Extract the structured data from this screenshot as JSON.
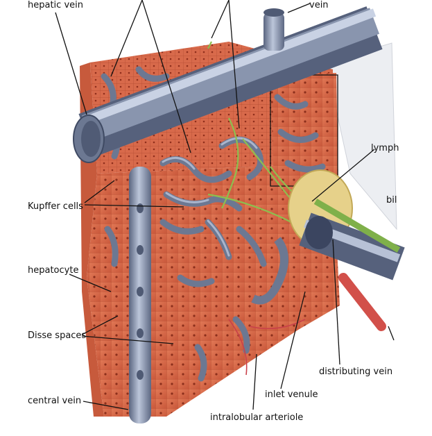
{
  "diagram": {
    "labels": {
      "hepatic_vein": "hepatic vein",
      "vein_top": "vein",
      "lymph": "lymph",
      "bil": "bil",
      "kupffer_cells": "Kupffer cells",
      "hepatocyte": "hepatocyte",
      "disse_spaces": "Disse spaces",
      "central_vein": "central vein",
      "distributing_vein": "distributing vein",
      "inlet_venule": "inlet venule",
      "intralobular_arteriole": "intralobular arteriole"
    },
    "colors": {
      "tissue": "#d9694a",
      "tissue_dark": "#b94a30",
      "tissue_light": "#e88a68",
      "vein": "#7d8aa6",
      "vein_light": "#b8c3d8",
      "vein_dark": "#4d5873",
      "bile_green": "#7fb04a",
      "artery_red": "#d2504a",
      "bile_duct_yellow": "#e8d58a"
    }
  }
}
